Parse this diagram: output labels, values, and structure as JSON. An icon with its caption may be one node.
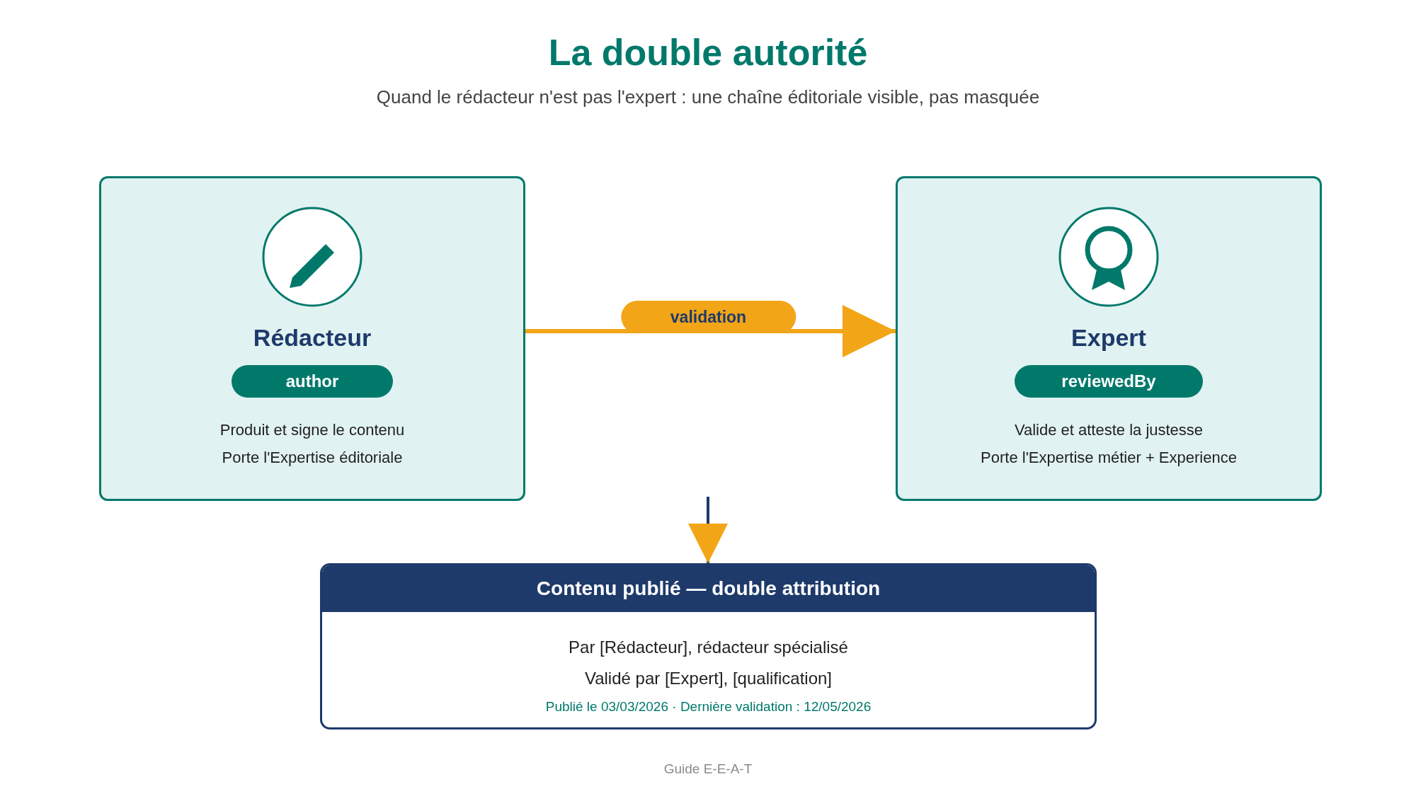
{
  "diagram": {
    "title": "La double autorité",
    "nodes": [
      {
        "text": [
          "Rédacteur",
          "Produit et signe le contenu",
          "Porte l'Expertise éditoriale"
        ]
      },
      {
        "text": [
          "author"
        ],
        "in": 0
      },
      {
        "text": [
          "Expert",
          "Valide et atteste la justesse",
          "Porte l'Expertise métier + Experience"
        ]
      },
      {
        "text": [
          "reviewedBy"
        ],
        "in": 2
      },
      {
        "text": [
          "Contenu publié — double attribution",
          "Par [Rédacteur], rédacteur spécialisé",
          "Validé par [Expert], [qualification]",
          "Publié le 03/03/2026 · Dernière validation : 12/05/2026"
        ]
      }
    ],
    "edges": [
      {
        "from": 0,
        "to": 2,
        "arrow": "to",
        "label": "validation"
      },
      {
        "from": null,
        "to": 4,
        "arrow": "to",
        "color": "#1e3a6b"
      }
    ],
    "labels": [
      "Quand le rédacteur n'est pas l'expert : une chaîne éditoriale visible, pas masquée",
      "Guide E-E-A-T"
    ]
  }
}
